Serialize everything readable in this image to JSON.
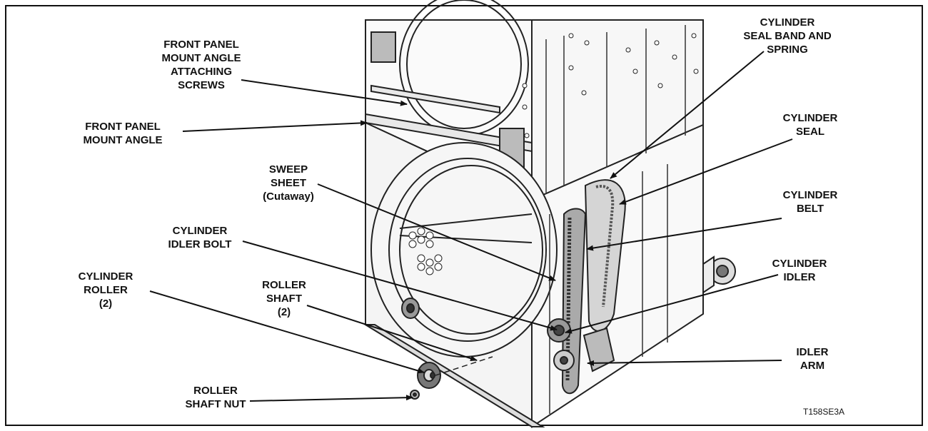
{
  "figure_code": "T158SE3A",
  "labels": {
    "front_panel_mount_angle_screws": [
      "FRONT PANEL",
      "MOUNT ANGLE",
      "ATTACHING",
      "SCREWS"
    ],
    "front_panel_mount_angle": [
      "FRONT PANEL",
      "MOUNT ANGLE"
    ],
    "sweep_sheet": [
      "SWEEP",
      "SHEET",
      "(Cutaway)"
    ],
    "cylinder_idler_bolt": [
      "CYLINDER",
      "IDLER BOLT"
    ],
    "cylinder_roller": [
      "CYLINDER",
      "ROLLER",
      "(2)"
    ],
    "roller_shaft": [
      "ROLLER",
      "SHAFT",
      "(2)"
    ],
    "roller_shaft_nut": [
      "ROLLER",
      "SHAFT NUT"
    ],
    "cylinder_seal_band_spring": [
      "CYLINDER",
      "SEAL BAND AND",
      "SPRING"
    ],
    "cylinder_seal": [
      "CYLINDER",
      "SEAL"
    ],
    "cylinder_belt": [
      "CYLINDER",
      "BELT"
    ],
    "cylinder_idler": [
      "CYLINDER",
      "IDLER"
    ],
    "idler_arm": [
      "IDLER",
      "ARM"
    ]
  }
}
